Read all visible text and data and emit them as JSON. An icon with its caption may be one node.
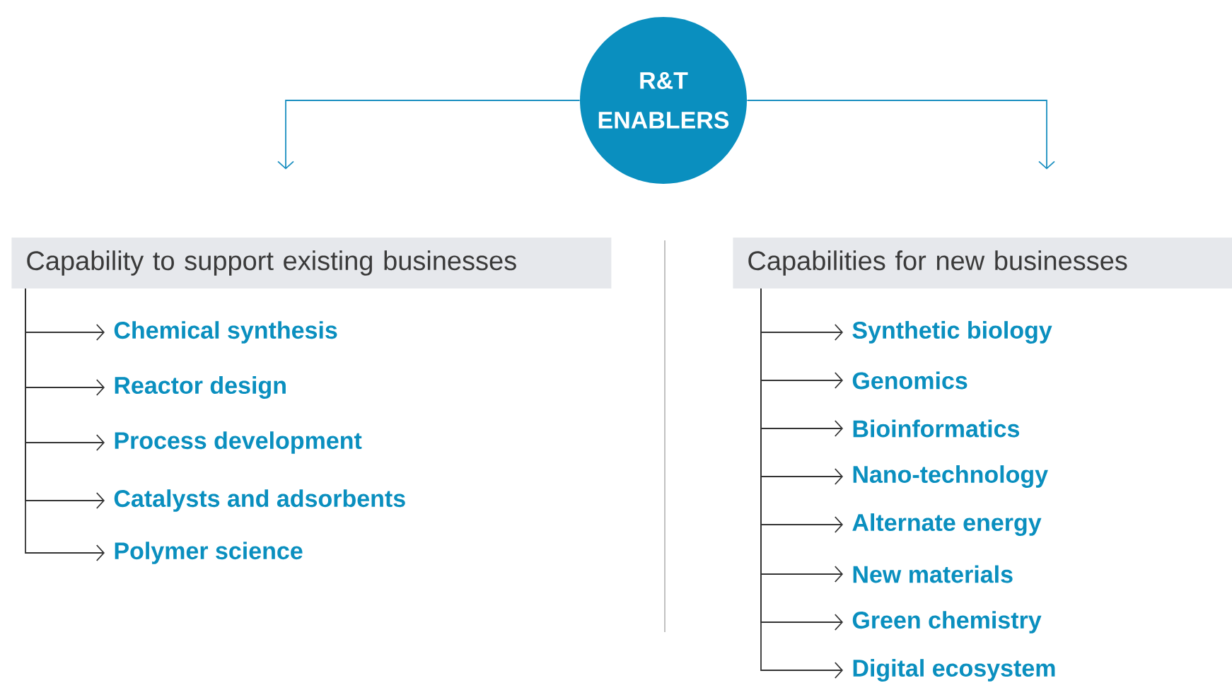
{
  "diagram": {
    "nodes": [
      {
        "text": [
          "R&T ENABLERS"
        ]
      },
      {
        "text": [
          "Capability to support existing businesses"
        ]
      },
      {
        "text": [
          "Chemical synthesis"
        ]
      },
      {
        "text": [
          "Reactor design"
        ]
      },
      {
        "text": [
          "Process development"
        ]
      },
      {
        "text": [
          "Catalysts and adsorbents"
        ]
      },
      {
        "text": [
          "Polymer science"
        ]
      },
      {
        "text": [
          "Capabilities for new businesses"
        ]
      },
      {
        "text": [
          "Synthetic biology"
        ]
      },
      {
        "text": [
          "Genomics"
        ]
      },
      {
        "text": [
          "Bioinformatics"
        ]
      },
      {
        "text": [
          "Nano-technology"
        ]
      },
      {
        "text": [
          "Alternate energy"
        ]
      },
      {
        "text": [
          "New materials"
        ]
      },
      {
        "text": [
          "Green chemistry"
        ]
      },
      {
        "text": [
          "Digital ecosystem"
        ]
      }
    ],
    "edges": [
      {
        "from": 0,
        "to": 1,
        "arrow": "to",
        "color": "#1a8fc0"
      },
      {
        "from": 0,
        "to": 7,
        "arrow": "to",
        "color": "#1a8fc0"
      },
      {
        "from": 1,
        "to": 2,
        "arrow": "to"
      },
      {
        "from": 1,
        "to": 3,
        "arrow": "to"
      },
      {
        "from": 1,
        "to": 4,
        "arrow": "to"
      },
      {
        "from": 1,
        "to": 5,
        "arrow": "to"
      },
      {
        "from": 1,
        "to": 6,
        "arrow": "to"
      },
      {
        "from": 7,
        "to": 8,
        "arrow": "to"
      },
      {
        "from": 7,
        "to": 9,
        "arrow": "to"
      },
      {
        "from": 7,
        "to": 10,
        "arrow": "to"
      },
      {
        "from": 7,
        "to": 11,
        "arrow": "to"
      },
      {
        "from": 7,
        "to": 12,
        "arrow": "to"
      },
      {
        "from": 7,
        "to": 13,
        "arrow": "to"
      },
      {
        "from": 7,
        "to": 14,
        "arrow": "to"
      },
      {
        "from": 7,
        "to": 15,
        "arrow": "to"
      }
    ]
  }
}
